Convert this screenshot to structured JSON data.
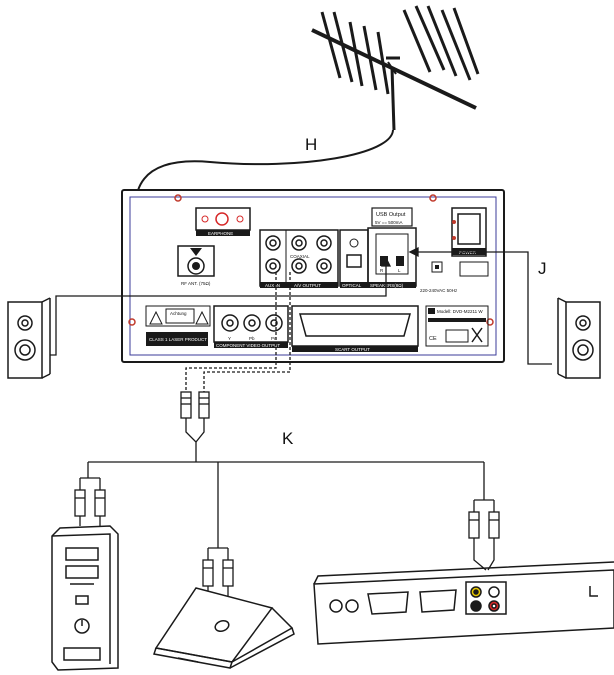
{
  "labels": {
    "antenna_cable": "H",
    "speaker_cable": "J",
    "output_cable": "K"
  },
  "panel": {
    "earphone": "EARPHONE",
    "usb_output": "USB Output",
    "usb_rating": "5V == 500mA",
    "power": "POWER",
    "rf_ant": "RF ANT. (75Ω)",
    "aux_in": "AUX IN",
    "av_output": "A/V OUTPUT",
    "coaxial": "COAXIAL",
    "optical": "OPTICAL",
    "speakers": "SPEAKERS(8Ω)",
    "mains": "220-240VAC   50Hz",
    "component_video": "COMPONENT VIDEO OUTPUT",
    "component_y": "Y",
    "component_pb": "Pb",
    "component_pr": "Pr",
    "scart": "SCART OUTPUT",
    "laser_class": "CLASS 1 LASER PRODUCT",
    "warning": "Achtung",
    "model": "Modell: DVD-M2211 W",
    "speaker_r": "R",
    "speaker_l": "L"
  },
  "colors": {
    "line": "#1a1a1a",
    "panel_border": "#3b3b9a",
    "screw": "#c0392b",
    "connector_red": "#d62828",
    "connector_yellow": "#e8c800"
  }
}
